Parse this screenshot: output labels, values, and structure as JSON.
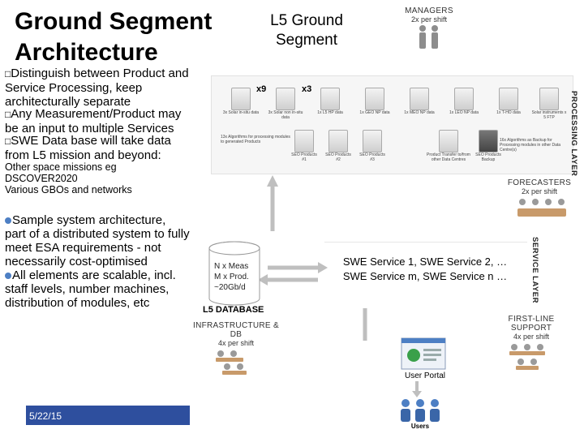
{
  "title": "Ground Segment Architecture",
  "l5_title": "L5 Ground Segment",
  "bullets": [
    "Distinguish between Product and Service Processing, keep architecturally separate",
    "Any Measurement/Product may be an input to multiple Services",
    "SWE Data base will take data from L5 mission and beyond:"
  ],
  "sub_bullets": [
    "Other space missions eg DSCOVER2020",
    "Various GBOs and networks"
  ],
  "bullets2": [
    "Sample system architecture, part of a distributed system to fully meet ESA requirements - not necessarily cost-optimised",
    "All elements are scalable, incl. staff levels, number machines, distribution of modules, etc"
  ],
  "managers": {
    "label": "MANAGERS",
    "shift": "2x per shift"
  },
  "processing_layer": "PROCESSING LAYER",
  "counts": {
    "a": "x9",
    "b": "x3"
  },
  "servers": [
    {
      "label": "3x Solar in-situ data"
    },
    {
      "label": "3x Solar non in-situ data"
    },
    {
      "label": "1x L5 HP data"
    },
    {
      "label": "1x GEO NP data"
    },
    {
      "label": "1x MEO NP data"
    },
    {
      "label": "1x LEO NP data"
    },
    {
      "label": "1x T-HO data"
    },
    {
      "label": "Solar instruments x 5 FTP"
    }
  ],
  "algo_note": "13x Algorithms for processing modules to generated Products",
  "seo": [
    "SEO Products #1",
    "SEO Products #2",
    "SEO Products #3"
  ],
  "transfer": "Product Transfer to/from other Data Centres",
  "seo_backup": "SEO Products Backup",
  "backup_note": "16x Algorithms as Backup for Processing modules in other Data Centre(s)",
  "forecasters": {
    "label": "FORECASTERS",
    "shift": "2x per shift"
  },
  "service_layer": "SERVICE LAYER",
  "services": [
    "SWE Service 1, SWE Service 2, …",
    "SWE Service m, SWE Service n …"
  ],
  "db": {
    "line1": "N x Meas",
    "line2": "M x Prod.",
    "line3": "~20Gb/d",
    "label": "L5 DATABASE"
  },
  "infra": {
    "label": "INFRASTRUCTURE & DB",
    "shift": "4x per shift"
  },
  "firstline": {
    "label": "FIRST-LINE SUPPORT",
    "shift": "4x per shift"
  },
  "portal": "User Portal",
  "users": "Users",
  "date": "5/22/15",
  "colors": {
    "accent": "#4d7fc4",
    "footer": "#2e4f9e",
    "arrow": "#bfbfbf"
  }
}
